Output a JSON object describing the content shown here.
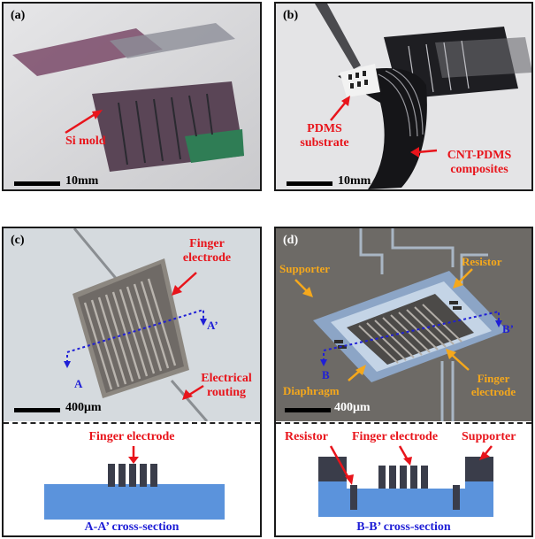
{
  "panels": {
    "a": {
      "label": "(a)",
      "annotation": "Si mold",
      "scale": "10mm"
    },
    "b": {
      "label": "(b)",
      "annotation_1": "PDMS",
      "annotation_1b": "substrate",
      "annotation_2": "CNT-PDMS",
      "annotation_2b": "composites",
      "scale": "10mm"
    },
    "c": {
      "label": "(c)",
      "annotation_1": "Finger",
      "annotation_1b": "electrode",
      "annotation_2": "Electrical",
      "annotation_2b": "routing",
      "cut_start": "A",
      "cut_end": "A’",
      "scale": "400μm",
      "xsec_label": "Finger electrode",
      "xsec_caption": "A-A’ cross-section"
    },
    "d": {
      "label": "(d)",
      "supporter": "Supporter",
      "resistor": "Resistor",
      "diaphragm": "Diaphragm",
      "finger_1": "Finger",
      "finger_1b": "electrode",
      "cut_start": "B",
      "cut_end": "B’",
      "scale": "400μm",
      "xsec_resistor": "Resistor",
      "xsec_finger": "Finger electrode",
      "xsec_supporter": "Supporter",
      "xsec_caption": "B-B’ cross-section"
    }
  },
  "colors": {
    "annotation_red": "#e8141b",
    "annotation_orange": "#f5a81c",
    "cut_blue": "#1f1fd6",
    "substrate_blue": "#5b93dc",
    "electrode_dark": "#3a3d4a"
  }
}
